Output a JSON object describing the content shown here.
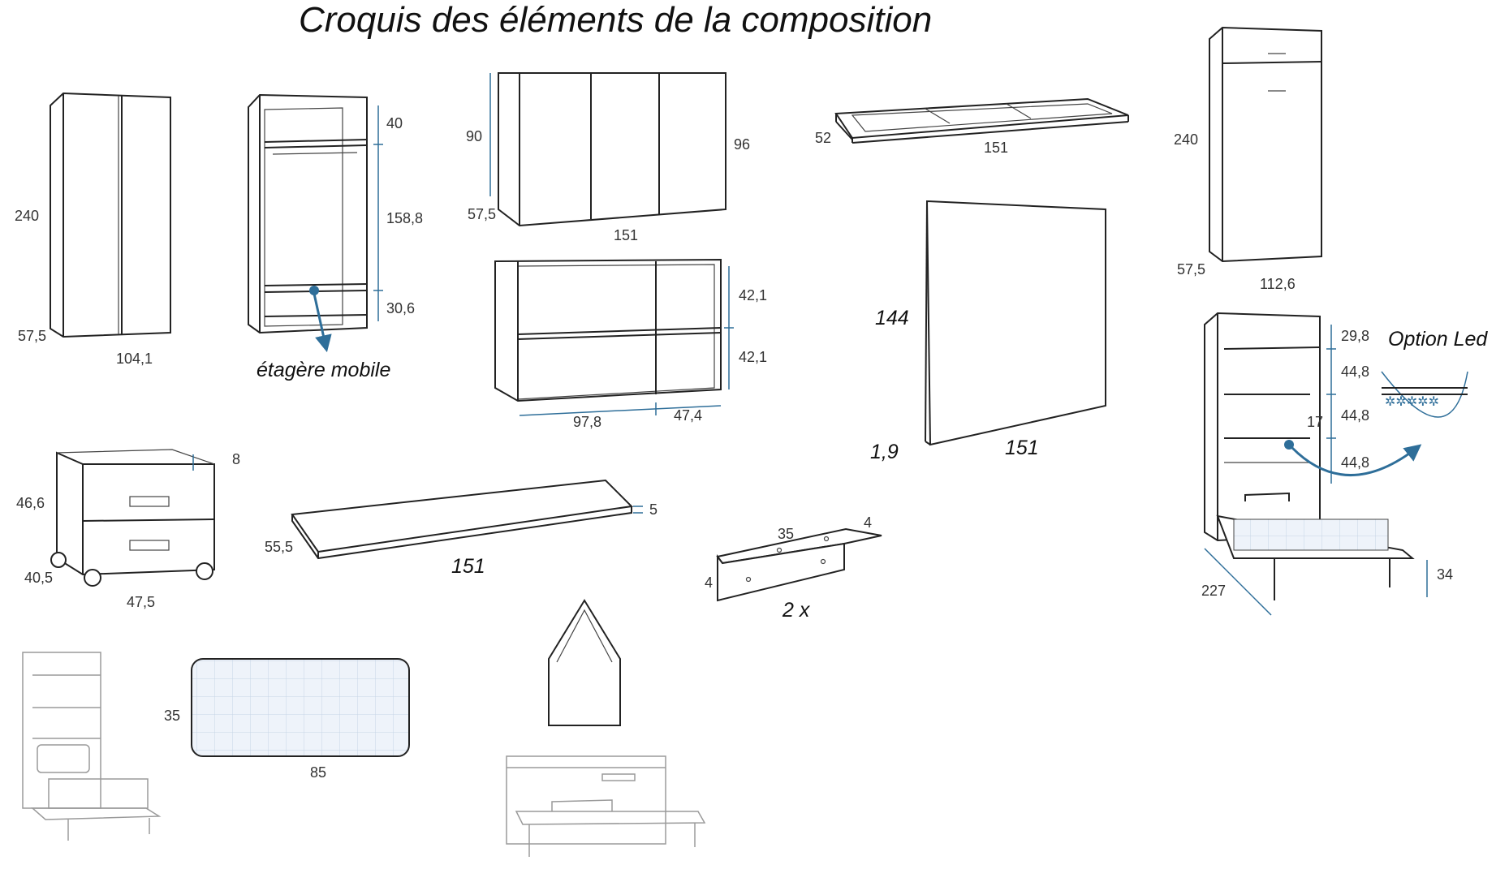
{
  "title": "Croquis des éléments de la composition",
  "colors": {
    "accent": "#2e6e99",
    "line": "#222222",
    "ghost": "#9a9a9a"
  },
  "wardrobe": {
    "height": "240",
    "depth": "57,5",
    "width": "104,1"
  },
  "wardrobe_interior": {
    "h1": "40",
    "h2": "158,8",
    "h3": "30,6",
    "caption": "étagère mobile"
  },
  "wall_cabinet": {
    "height": "90",
    "height_total": "96",
    "depth": "57,5",
    "width": "151"
  },
  "shelf_unit": {
    "h1": "42,1",
    "h2": "42,1",
    "w1": "97,8",
    "w2": "47,4"
  },
  "frame": {
    "depth": "52",
    "width": "151"
  },
  "panel": {
    "height": "144",
    "thickness": "1,9",
    "width": "151"
  },
  "bed_cabinet": {
    "height": "240",
    "depth": "57,5",
    "width": "112,6"
  },
  "bed_open": {
    "h1": "29,8",
    "h2": "44,8",
    "h3": "44,8",
    "h4": "44,8",
    "mark": "17",
    "length": "227",
    "leg": "34",
    "option": "Option Led"
  },
  "drawer_unit": {
    "top": "8",
    "height": "46,6",
    "depth": "40,5",
    "width": "47,5"
  },
  "desk_top": {
    "depth": "55,5",
    "thickness": "5",
    "width": "151"
  },
  "bracket": {
    "length": "35",
    "width": "4",
    "side": "4",
    "count": "2 x"
  },
  "headboard": {
    "height": "35",
    "width": "85"
  }
}
